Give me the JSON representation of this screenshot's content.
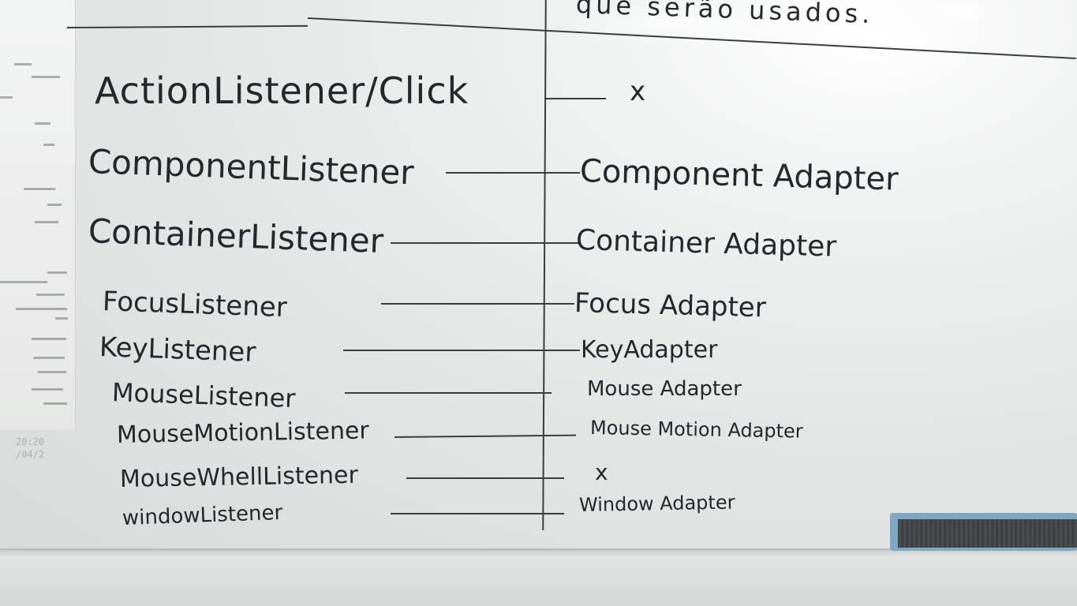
{
  "header_note": "que serão usados.",
  "listeners": [
    "ActionListener/Click",
    "ComponentListener",
    "ContainerListener",
    "FocusListener",
    "KeyListener",
    "MouseListener",
    "MouseMotionListener",
    "MouseWhellListener",
    "windowListener"
  ],
  "adapters": [
    "x",
    "Component Adapter",
    "Container Adapter",
    "Focus Adapter",
    "KeyAdapter",
    "Mouse Adapter",
    "Mouse Motion Adapter",
    "x",
    "Window Adapter"
  ],
  "projection_time": "20:20",
  "projection_date": "/04/2",
  "colors": {
    "ink": "#24272b",
    "board": "#e6e8e7",
    "eraser": "#7fa7c4"
  }
}
